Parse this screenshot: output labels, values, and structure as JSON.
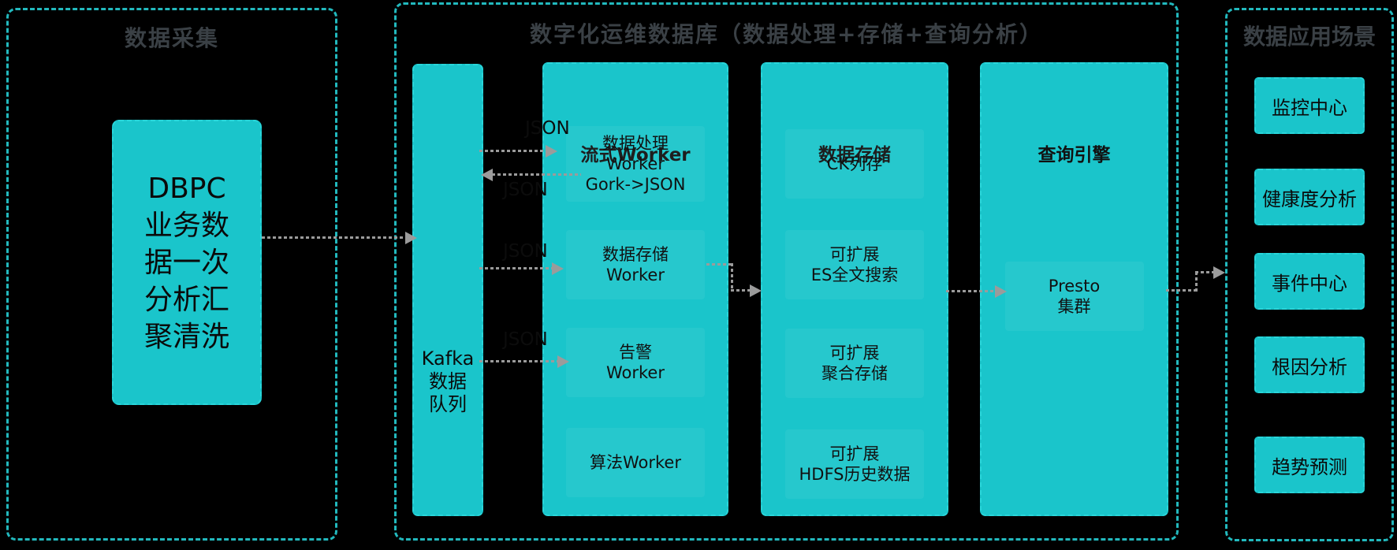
{
  "colors": {
    "background": "#000000",
    "box_fill": "#1ac5cb",
    "box_border": "#29d6da",
    "section_border": "#22b9be",
    "section_title": "#3a4045",
    "arrow": "#9b9b9b",
    "box_text": "#0a0a0a"
  },
  "collect": {
    "title": "数据采集",
    "dbpc": {
      "lines": [
        "DBPC",
        "业务数",
        "据一次",
        "分析汇",
        "聚清洗"
      ]
    }
  },
  "platform": {
    "title": "数字化运维数据库（数据处理+存储+查询分析）",
    "kafka": {
      "lines": [
        "Kafka",
        "数据",
        "队列"
      ]
    },
    "stream": {
      "title": "流式Worker",
      "items": [
        {
          "lines": [
            "数据处理",
            "Worker",
            "Gork->JSON"
          ]
        },
        {
          "lines": [
            "数据存储",
            "Worker"
          ]
        },
        {
          "lines": [
            "告警",
            "Worker"
          ]
        },
        {
          "lines": [
            "算法Worker"
          ]
        }
      ]
    },
    "storage": {
      "title": "数据存储",
      "items": [
        {
          "lines": [
            "CK列存"
          ]
        },
        {
          "lines": [
            "可扩展",
            "ES全文搜索"
          ]
        },
        {
          "lines": [
            "可扩展",
            "聚合存储"
          ]
        },
        {
          "lines": [
            "可扩展",
            "HDFS历史数据"
          ]
        }
      ]
    },
    "query": {
      "title": "查询引擎",
      "items": [
        {
          "lines": [
            "Presto",
            "集群"
          ]
        }
      ]
    },
    "flow_labels": {
      "l1": "JSON",
      "l2": "JSON",
      "l3": "JSON",
      "l4": "JSON"
    }
  },
  "apps": {
    "title": "数据应用场景",
    "items": [
      {
        "label": "监控中心"
      },
      {
        "label": "健康度分析"
      },
      {
        "label": "事件中心"
      },
      {
        "label": "根因分析"
      },
      {
        "label": "趋势预测"
      }
    ]
  }
}
